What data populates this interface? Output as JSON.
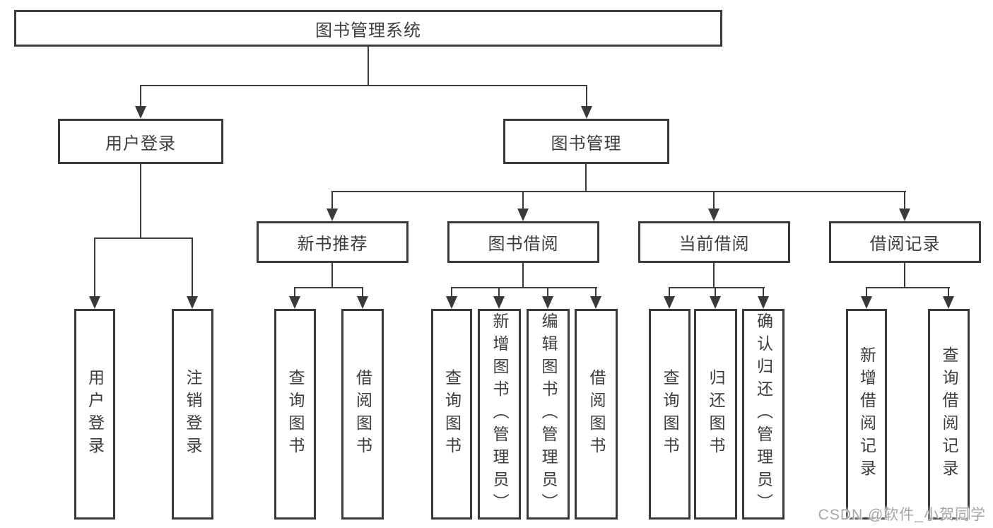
{
  "tree": {
    "root": "图书管理系统",
    "children": [
      {
        "label": "用户登录",
        "children": [
          "用户登录",
          "注销登录"
        ]
      },
      {
        "label": "图书管理",
        "children": [
          {
            "label": "新书推荐",
            "children": [
              "查询图书",
              "借阅图书"
            ]
          },
          {
            "label": "图书借阅",
            "children": [
              "查询图书",
              "新增图书（管理员）",
              "编辑图书（管理员）",
              "借阅图书"
            ]
          },
          {
            "label": "当前借阅",
            "children": [
              "查询图书",
              "归还图书",
              "确认归还（管理员）"
            ]
          },
          {
            "label": "借阅记录",
            "children": [
              "新增借阅记录",
              "查询借阅记录"
            ]
          }
        ]
      }
    ]
  },
  "watermark": "CSDN @软件_小贺同学",
  "colors": {
    "line": "#3a3a3a",
    "text": "#3c3c3c",
    "watermark": "#a6a6a6",
    "background": "#ffffff"
  }
}
